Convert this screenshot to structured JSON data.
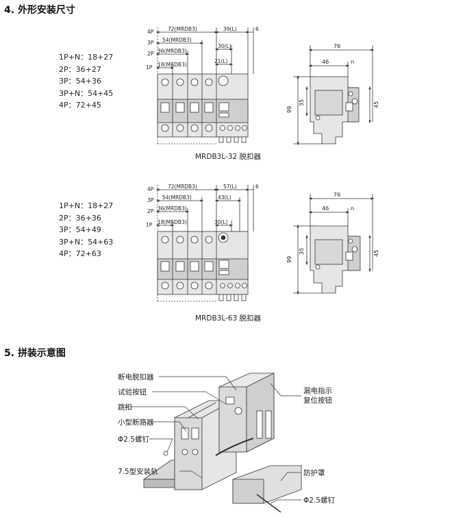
{
  "section4": {
    "number": "4.",
    "title": "外形安装尺寸"
  },
  "section5": {
    "number": "5.",
    "title": "拼装示意图"
  },
  "release32": {
    "poles": [
      "1P+N：18+27",
      "2P：36+27",
      "3P：54+36",
      "3P+N：54+45",
      "4P：72+45"
    ],
    "caption": "MRDB3L-32 脱扣器",
    "front": {
      "label_4p": "4P",
      "label_3p": "3P",
      "label_2p": "2P",
      "label_1p": "1P",
      "dim_72": "72(MRDB3)",
      "dim_54": "54(MRDB3)",
      "dim_36": "36(MRDB3)",
      "dim_18": "18(MRDB3)",
      "dim_release": "39(L)",
      "dim_6": "6",
      "dim_30": "30(L)",
      "dim_21": "21(L)"
    },
    "side": {
      "w76": "76",
      "w46": "46",
      "n": "n",
      "h99": "99",
      "h35": "35",
      "h45": "45"
    }
  },
  "release63": {
    "poles": [
      "1P+N：18+27",
      "2P：36+36",
      "3P：54+49",
      "3P+N：54+63",
      "4P：72+63"
    ],
    "caption": "MRDB3L-63 脱扣器",
    "front": {
      "label_4p": "4P",
      "label_3p": "3P",
      "label_2p": "2P",
      "label_1p": "1P",
      "dim_72": "72(MRDB3)",
      "dim_54": "54(MRDB3)",
      "dim_36": "36(MRDB3)",
      "dim_18": "18(MRDB3)",
      "dim_release": "57(L)",
      "dim_6": "6",
      "dim_43": "43(L)",
      "dim_30": "30(L)"
    },
    "side": {
      "w76": "76",
      "w46": "46",
      "n": "n",
      "h99": "99",
      "h35": "35",
      "h45": "45"
    }
  },
  "assembly": {
    "labels": {
      "release": "断电脱扣器",
      "test_button": "试验按钮",
      "trip": "跳扣",
      "mcb": "小型断路器",
      "screw_top": "Φ2.5螺钉",
      "rail": "7.5型安装轨",
      "leak_indicator_1": "漏电指示",
      "leak_indicator_2": "复位按钮",
      "cover": "防护罩",
      "screw_bottom": "Φ2.5螺钉"
    }
  },
  "colors": {
    "line": "#333333",
    "body_fill": "#e6e6e6",
    "shade": "#cfcfcf",
    "dark": "#555555"
  }
}
